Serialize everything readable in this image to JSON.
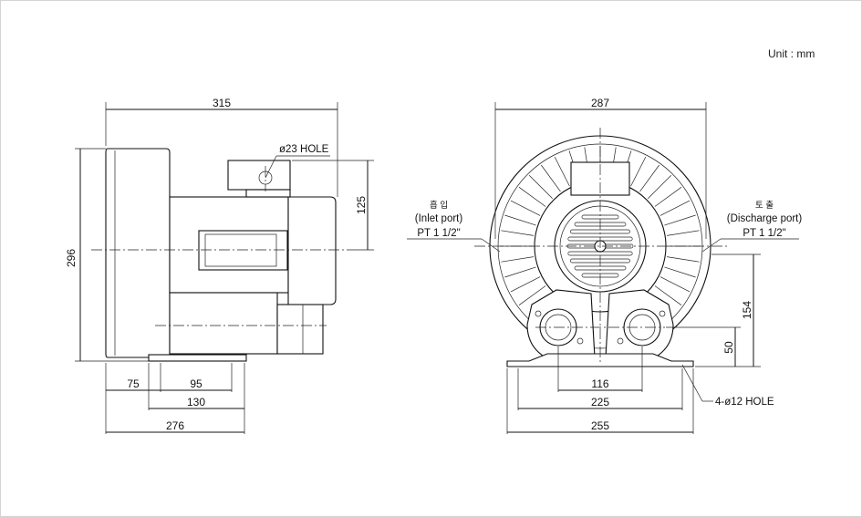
{
  "unit_label": "Unit : mm",
  "side_view": {
    "dims": {
      "overall_width": "315",
      "overall_height": "296",
      "top_offset": "125",
      "base_75": "75",
      "base_95": "95",
      "base_130": "130",
      "base_276": "276"
    },
    "hole_label": "ø23 HOLE"
  },
  "front_view": {
    "dims": {
      "overall_width": "287",
      "port_spacing": "116",
      "base_225": "225",
      "base_255": "255",
      "port_height_154": "154",
      "port_height_50": "50"
    },
    "inlet": {
      "korean": "흡 입",
      "name": "(Inlet port)",
      "spec": "PT 1 1/2\""
    },
    "discharge": {
      "korean": "토 출",
      "name": "(Discharge port)",
      "spec": "PT 1 1/2\""
    },
    "mount_hole_label": "4-ø12 HOLE"
  }
}
